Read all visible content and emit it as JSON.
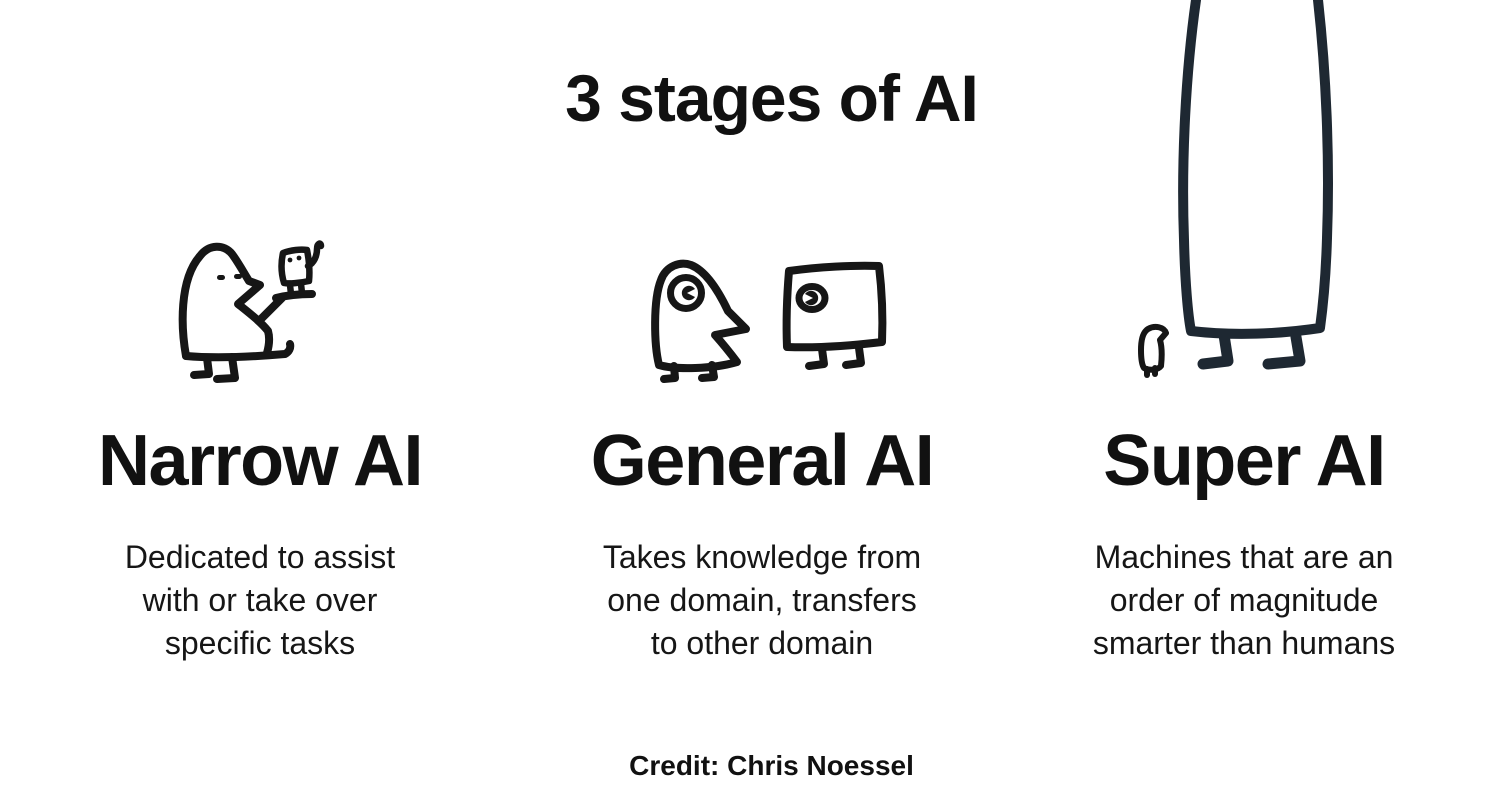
{
  "title": "3 stages of AI",
  "columns": [
    {
      "heading": "Narrow AI",
      "description_lines": [
        "Dedicated to assist",
        "with or take over",
        "specific tasks"
      ],
      "icon": "person-holding-small-robot-doodle"
    },
    {
      "heading": "General AI",
      "description_lines": [
        "Takes knowledge from",
        "one domain, transfers",
        "to other domain"
      ],
      "icon": "bird-person-and-robot-box-doodle"
    },
    {
      "heading": "Super AI",
      "description_lines": [
        "Machines that are an",
        "order of magnitude",
        "smarter than humans"
      ],
      "icon": "tiny-person-and-giant-robot-doodle"
    }
  ],
  "credit": "Credit: Chris Noessel",
  "colors": {
    "background": "#ffffff",
    "text": "#111111",
    "doodle_ink": "#161616",
    "giant_ink": "#1e2832"
  }
}
